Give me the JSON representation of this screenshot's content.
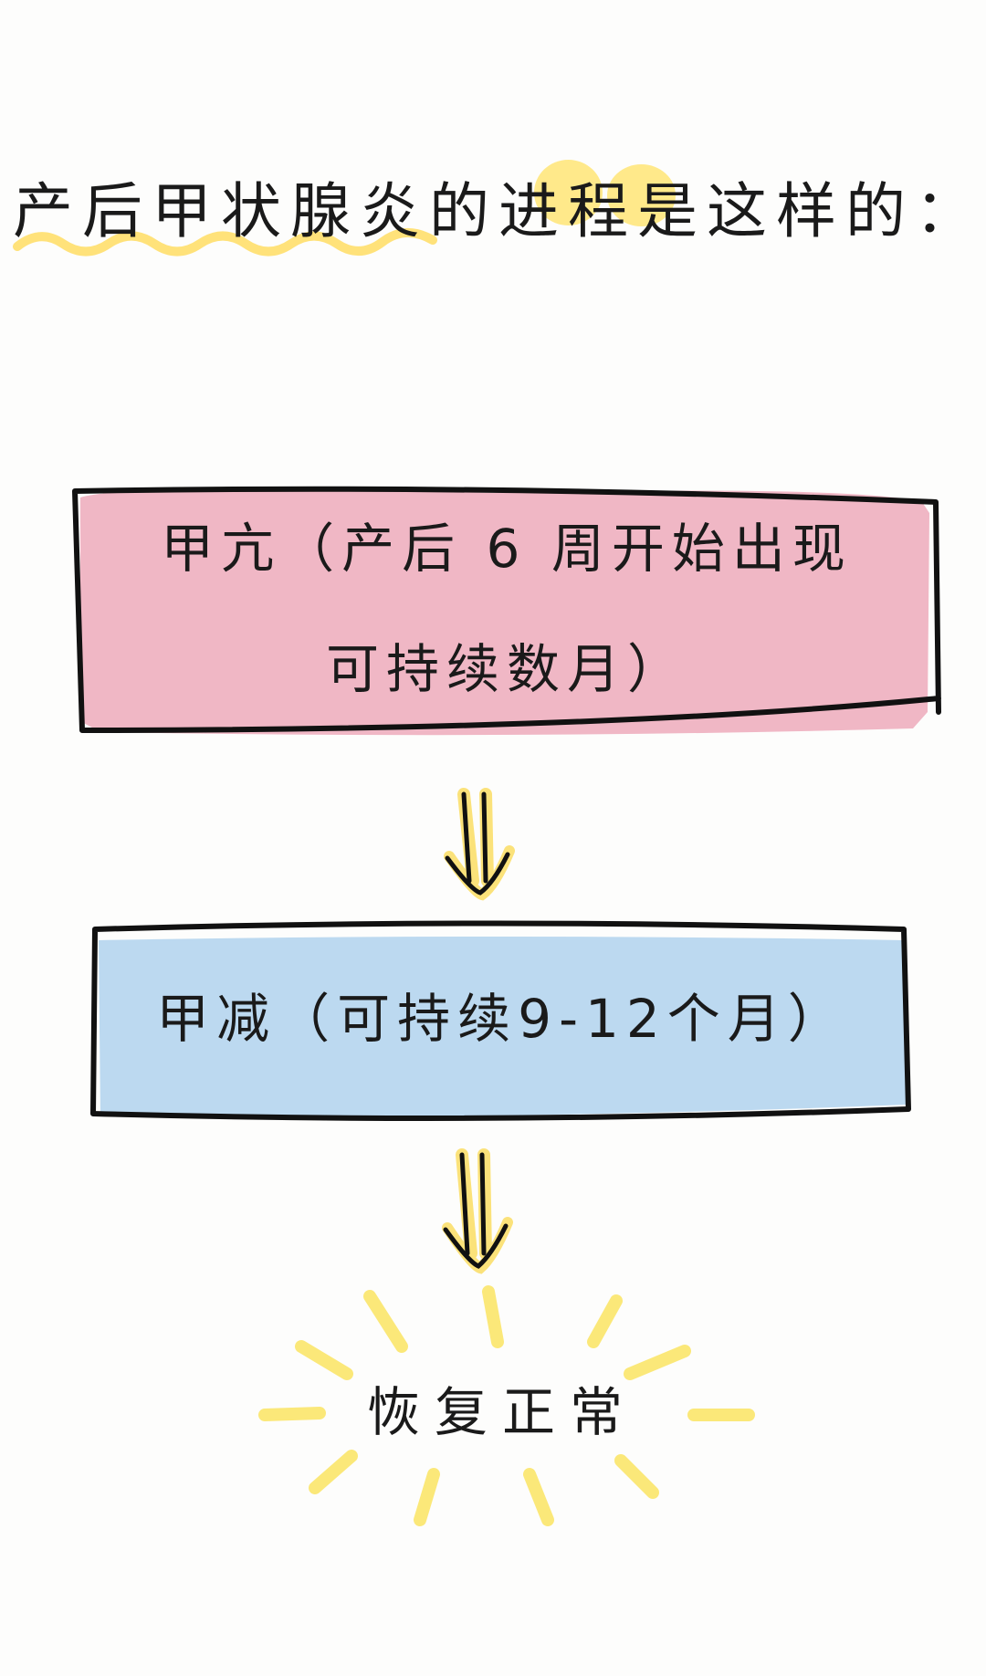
{
  "title": {
    "text": "产后甲状腺炎的进程是这样的：",
    "highlight_color": "#ffe98a",
    "underline_color": "#ffe27a"
  },
  "stage_hyper": {
    "line1": "甲亢（产后 6 周开始出现",
    "line2": "可持续数月）",
    "fill_color": "#f0b7c5"
  },
  "stage_hypo": {
    "text": "甲减（可持续9-12个月）",
    "fill_color": "#bcd9f0"
  },
  "outcome": {
    "text": "恢复正常",
    "ray_color": "#fbe879"
  },
  "arrow_color": "#fbe27a"
}
